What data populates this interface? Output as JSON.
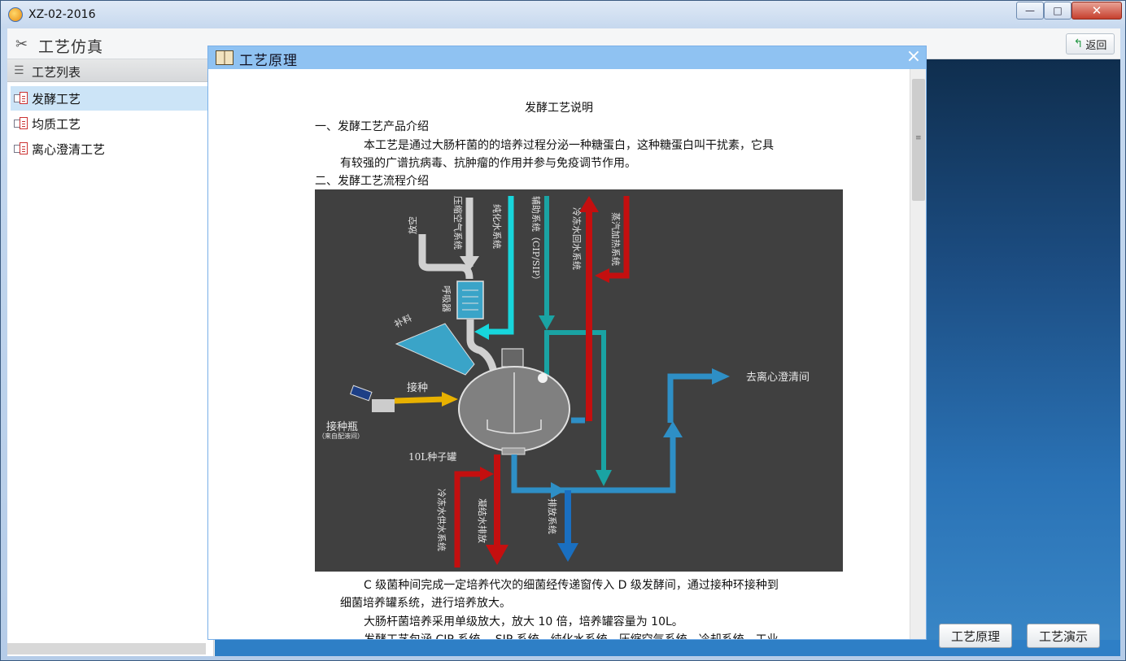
{
  "window": {
    "title": "XZ-02-2016",
    "min": "—",
    "max": "□",
    "close": "✕"
  },
  "header": {
    "title": "工艺仿真",
    "back_label": "返回"
  },
  "sidebar": {
    "list_title": "工艺列表",
    "items": [
      {
        "label": "发酵工艺",
        "selected": true
      },
      {
        "label": "均质工艺",
        "selected": false
      },
      {
        "label": "离心澄清工艺",
        "selected": false
      }
    ]
  },
  "dialog": {
    "title": "工艺原理",
    "close": "×",
    "doc_title": "发酵工艺说明",
    "sec1": "一、发酵工艺产品介绍",
    "p1_l1": "本工艺是通过大肠杆菌的的培养过程分泌一种糖蛋白，这种糖蛋白叫干扰素，它具",
    "p1_l2": "有较强的广谱抗病毒、抗肿瘤的作用并参与免疫调节作用。",
    "sec2": "二、发酵工艺流程介绍",
    "figure": {
      "air": "压缩空气系统",
      "vent": "放空",
      "purewater": "纯化水系统",
      "aux": "辅助系统（CIP/SIP）",
      "chillret": "冷冻水回水系统",
      "steam": "蒸汽加热系统",
      "filter": "呼吸器",
      "feed": "补料",
      "inoc": "接种",
      "inocbottle": "接种瓶",
      "inocbottle_sub": "（来自配液间）",
      "tank": "10L种子罐",
      "tocentri": "去离心澄清间",
      "chillsup": "冷冻水供水系统",
      "condensate": "凝结水排放",
      "drain": "排放系统"
    },
    "p2_l1": "C 级菌种间完成一定培养代次的细菌经传递窗传入 D 级发酵间，通过接种环接种到",
    "p2_l2": "细菌培养罐系统，进行培养放大。",
    "p3": "大肠杆菌培养采用单级放大，放大 10 倍，培养罐容量为 10L。",
    "p4": "发酵工艺包涵 CIP 系统、 SIP 系统、纯化水系统、压缩空气系统、冷却系统、工业"
  },
  "buttons": {
    "principle": "工艺原理",
    "demo": "工艺演示"
  },
  "colors": {
    "cyan": "#17d6dc",
    "teal": "#1aa3a3",
    "red": "#c40f0f",
    "blue": "#2e8fc6",
    "gray_pipe": "#c8c8c8",
    "yellow": "#e8b100"
  }
}
